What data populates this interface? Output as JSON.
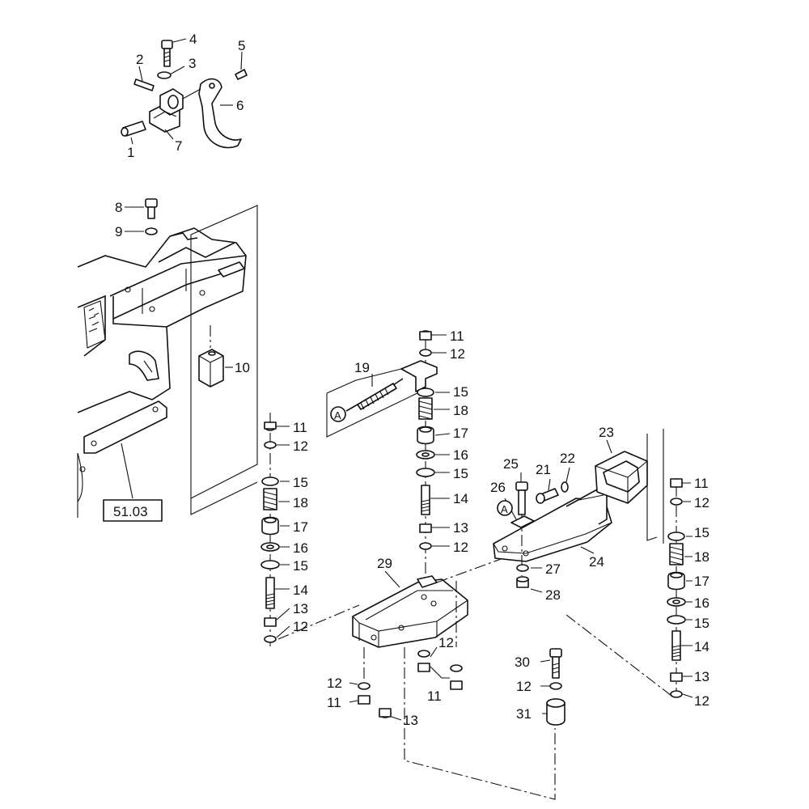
{
  "reference_box": "51.03",
  "callout_circle": "A",
  "callouts": {
    "p1": "1",
    "p2": "2",
    "p3": "3",
    "p4": "4",
    "p5": "5",
    "p6": "6",
    "p7": "7",
    "p8": "8",
    "p9": "9",
    "p10": "10",
    "l11": "11",
    "l12": "12",
    "l15": "15",
    "l18": "18",
    "l17": "17",
    "l16": "16",
    "l15b": "15",
    "l14": "14",
    "l13": "13",
    "l12b": "12",
    "c11": "11",
    "c12": "12",
    "c19": "19",
    "c15": "15",
    "c18": "18",
    "c17": "17",
    "c16": "16",
    "c15b": "15",
    "c14": "14",
    "c13": "13",
    "c12b": "12",
    "p29": "29",
    "b12": "12",
    "b12b": "12",
    "b11": "11",
    "b11b": "11",
    "b13": "13",
    "p25": "25",
    "p26": "26",
    "p21": "21",
    "p22": "22",
    "p23": "23",
    "p24": "24",
    "p27": "27",
    "p28": "28",
    "r11": "11",
    "r12": "12",
    "r15": "15",
    "r18": "18",
    "r17": "17",
    "r16": "16",
    "r15b": "15",
    "r14": "14",
    "r13": "13",
    "r12b": "12",
    "p30": "30",
    "p12c": "12",
    "p31": "31"
  },
  "colors": {
    "ink": "#111111",
    "paper": "#ffffff"
  }
}
